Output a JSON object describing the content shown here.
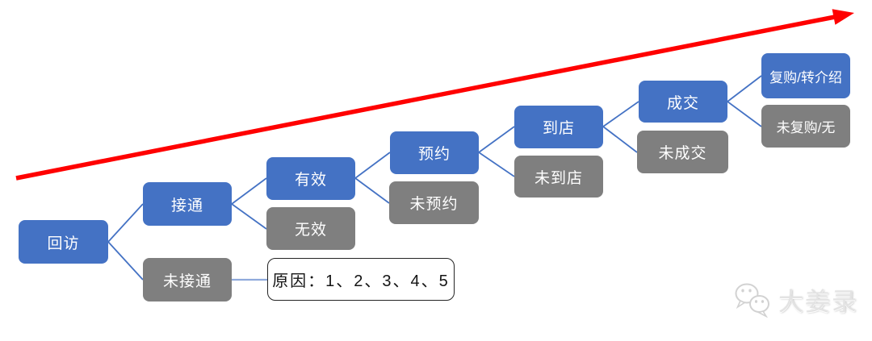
{
  "flow": {
    "root": {
      "label": "回访"
    },
    "steps": [
      {
        "pass": "接通",
        "fail": "未接通"
      },
      {
        "pass": "有效",
        "fail": "无效"
      },
      {
        "pass": "预约",
        "fail": "未预约"
      },
      {
        "pass": "到店",
        "fail": "未到店"
      },
      {
        "pass": "成交",
        "fail": "未成交"
      },
      {
        "pass": "复购/转介绍",
        "fail": "未复购/无"
      }
    ],
    "fail_reason_note": "原因：1、2、3、4、5"
  },
  "watermark": {
    "icon": "wechat-chat-bubbles-icon",
    "brand": "大姜录"
  },
  "colors": {
    "pass_box": "#4472C4",
    "fail_box": "#7F7F7F",
    "box_text": "#FFFFFF",
    "connector": "#4472C4",
    "note_connector": "#8FAADC",
    "note_border": "#242424",
    "trend_arrow": "#FF0000",
    "watermark_text": "#E3E3E3"
  }
}
